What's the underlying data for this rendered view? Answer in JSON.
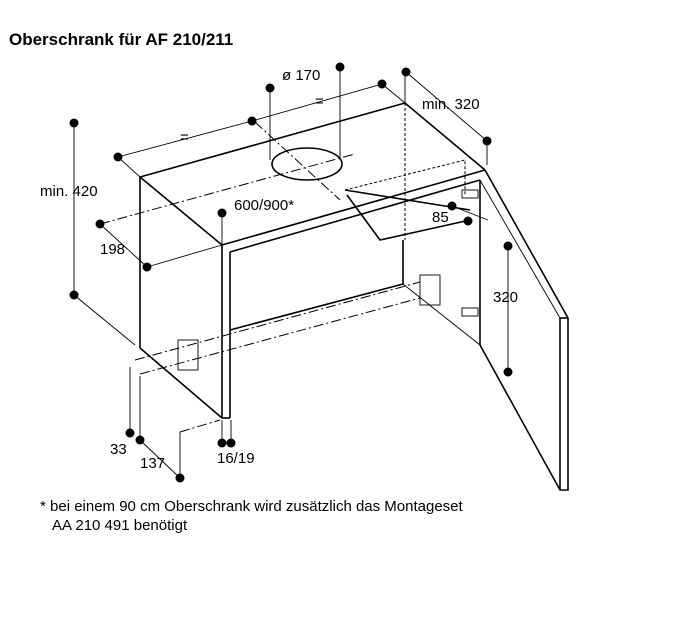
{
  "title": "Oberschrank für AF 210/211",
  "dimensions": {
    "duct_diameter": "ø 170",
    "equal_left": "=",
    "equal_right": "=",
    "min_depth": "min. 320",
    "min_height": "min. 420",
    "width": "600/900*",
    "depth_198": "198",
    "dim_85": "85",
    "dim_320": "320",
    "dim_33": "33",
    "dim_137": "137",
    "dim_16_19": "16/19"
  },
  "footnote": {
    "line1": "* bei einem 90 cm Oberschrank wird zusätzlich das Montageset",
    "line2": "AA 210 491 benötigt"
  }
}
